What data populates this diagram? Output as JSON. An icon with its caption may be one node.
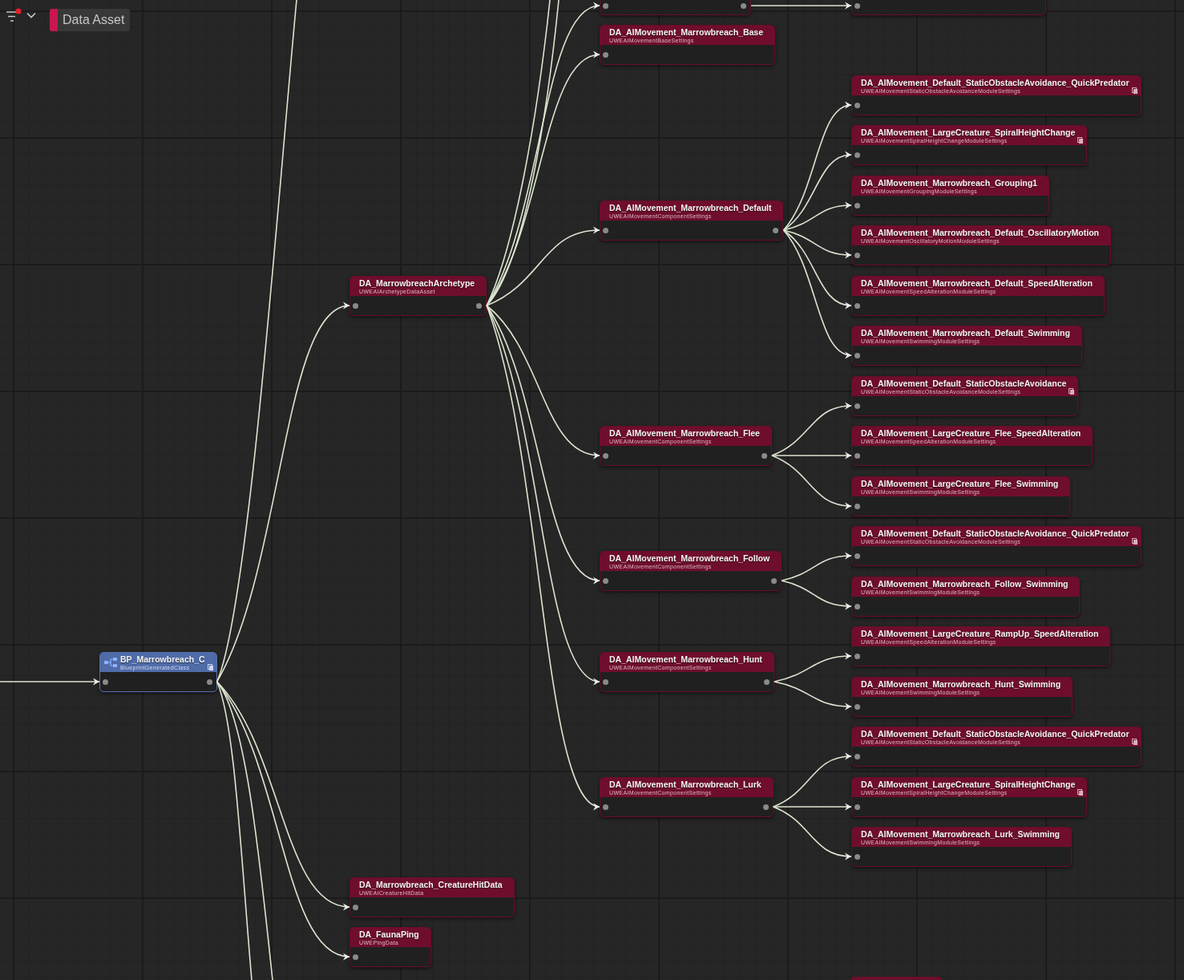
{
  "diagram": {
    "nodes": [
      {
        "text": [
          "BP_Marrowbreach_C",
          "BlueprintGeneratedClass"
        ]
      },
      {
        "text": [
          "DA_MarrowbreachArchetype",
          "UWEAIArchetypeDataAsset"
        ]
      },
      {
        "text": [
          "DA_Marrowbreach_CreatureHitData",
          "UWEAICreatureHitData"
        ]
      },
      {
        "text": [
          "DA_FaunaPing",
          "UWEPingData"
        ]
      },
      {
        "text": [],
        "shape": "box"
      },
      {
        "text": [
          "DA_AIMovement_Marrowbreach_Base",
          "UWEAIMovementBaseSettings"
        ]
      },
      {
        "text": [
          "DA_AIMovement_Marrowbreach_Default",
          "UWEAIMovementComponentSettings"
        ]
      },
      {
        "text": [
          "DA_AIMovement_Marrowbreach_Flee",
          "UWEAIMovementComponentSettings"
        ]
      },
      {
        "text": [
          "DA_AIMovement_Marrowbreach_Follow",
          "UWEAIMovementComponentSettings"
        ]
      },
      {
        "text": [
          "DA_AIMovement_Marrowbreach_Hunt",
          "UWEAIMovementComponentSettings"
        ]
      },
      {
        "text": [
          "DA_AIMovement_Marrowbreach_Lurk",
          "UWEAIMovementComponentSettings"
        ]
      },
      {
        "text": [],
        "shape": "box"
      },
      {
        "text": [
          "DA_AIMovement_Default_StaticObstacleAvoidance_QuickPredator",
          "UWEAIMovementStaticObstacleAvoidanceModuleSettings"
        ]
      },
      {
        "text": [
          "DA_AIMovement_LargeCreature_SpiralHeightChange",
          "UWEAIMovementSpiralHeightChangeModuleSettings"
        ]
      },
      {
        "text": [
          "DA_AIMovement_Marrowbreach_Grouping1",
          "UWEAIMovementGroupingModuleSettings"
        ]
      },
      {
        "text": [
          "DA_AIMovement_Marrowbreach_Default_OscillatoryMotion",
          "UWEAIMovementOscillatoryMotionModuleSettings"
        ]
      },
      {
        "text": [
          "DA_AIMovement_Marrowbreach_Default_SpeedAlteration",
          "UWEAIMovementSpeedAlterationModuleSettings"
        ]
      },
      {
        "text": [
          "DA_AIMovement_Marrowbreach_Default_Swimming",
          "UWEAIMovementSwimmingModuleSettings"
        ]
      },
      {
        "text": [
          "DA_AIMovement_Default_StaticObstacleAvoidance",
          "UWEAIMovementStaticObstacleAvoidanceModuleSettings"
        ]
      },
      {
        "text": [
          "DA_AIMovement_LargeCreature_Flee_SpeedAlteration",
          "UWEAIMovementSpeedAlterationModuleSettings"
        ]
      },
      {
        "text": [
          "DA_AIMovement_LargeCreature_Flee_Swimming",
          "UWEAIMovementSwimmingModuleSettings"
        ]
      },
      {
        "text": [
          "DA_AIMovement_Default_StaticObstacleAvoidance_QuickPredator",
          "UWEAIMovementStaticObstacleAvoidanceModuleSettings"
        ]
      },
      {
        "text": [
          "DA_AIMovement_Marrowbreach_Follow_Swimming",
          "UWEAIMovementSwimmingModuleSettings"
        ]
      },
      {
        "text": [
          "DA_AIMovement_LargeCreature_RampUp_SpeedAlteration",
          "UWEAIMovementSpeedAlterationModuleSettings"
        ]
      },
      {
        "text": [
          "DA_AIMovement_Marrowbreach_Hunt_Swimming",
          "UWEAIMovementSwimmingModuleSettings"
        ]
      },
      {
        "text": [
          "DA_AIMovement_Default_StaticObstacleAvoidance_QuickPredator",
          "UWEAIMovementStaticObstacleAvoidanceModuleSettings"
        ]
      },
      {
        "text": [
          "DA_AIMovement_LargeCreature_SpiralHeightChange",
          "UWEAIMovementSpiralHeightChangeModuleSettings"
        ]
      },
      {
        "text": [
          "DA_AIMovement_Marrowbreach_Lurk_Swimming",
          "UWEAIMovementSwimmingModuleSettings"
        ]
      },
      {
        "text": [],
        "shape": "box"
      }
    ],
    "edges": [
      {
        "from": null,
        "to": 0,
        "arrow": "to"
      },
      {
        "from": 0,
        "to": null,
        "arrow": "none"
      },
      {
        "from": 0,
        "to": 1,
        "arrow": "to"
      },
      {
        "from": 0,
        "to": 2,
        "arrow": "to"
      },
      {
        "from": 0,
        "to": 3,
        "arrow": "to"
      },
      {
        "from": 0,
        "to": null,
        "arrow": "none"
      },
      {
        "from": 0,
        "to": null,
        "arrow": "none"
      },
      {
        "from": 1,
        "to": null,
        "arrow": "none"
      },
      {
        "from": 1,
        "to": null,
        "arrow": "none"
      },
      {
        "from": 1,
        "to": 4,
        "arrow": "to"
      },
      {
        "from": 1,
        "to": 5,
        "arrow": "to"
      },
      {
        "from": 1,
        "to": 6,
        "arrow": "to"
      },
      {
        "from": 1,
        "to": 7,
        "arrow": "to"
      },
      {
        "from": 1,
        "to": 8,
        "arrow": "to"
      },
      {
        "from": 1,
        "to": 9,
        "arrow": "to"
      },
      {
        "from": 1,
        "to": 10,
        "arrow": "to"
      },
      {
        "from": 4,
        "to": 11,
        "arrow": "to"
      },
      {
        "from": 6,
        "to": 12,
        "arrow": "to"
      },
      {
        "from": 6,
        "to": 13,
        "arrow": "to"
      },
      {
        "from": 6,
        "to": 14,
        "arrow": "to"
      },
      {
        "from": 6,
        "to": 15,
        "arrow": "to"
      },
      {
        "from": 6,
        "to": 16,
        "arrow": "to"
      },
      {
        "from": 6,
        "to": 17,
        "arrow": "to"
      },
      {
        "from": 7,
        "to": 18,
        "arrow": "to"
      },
      {
        "from": 7,
        "to": 19,
        "arrow": "to"
      },
      {
        "from": 7,
        "to": 20,
        "arrow": "to"
      },
      {
        "from": 8,
        "to": 21,
        "arrow": "to"
      },
      {
        "from": 8,
        "to": 22,
        "arrow": "to"
      },
      {
        "from": 9,
        "to": 23,
        "arrow": "to"
      },
      {
        "from": 9,
        "to": 24,
        "arrow": "to"
      },
      {
        "from": 10,
        "to": 25,
        "arrow": "to"
      },
      {
        "from": 10,
        "to": 26,
        "arrow": "to"
      },
      {
        "from": 10,
        "to": 27,
        "arrow": "to"
      }
    ],
    "labels": [
      "Data Asset"
    ]
  }
}
